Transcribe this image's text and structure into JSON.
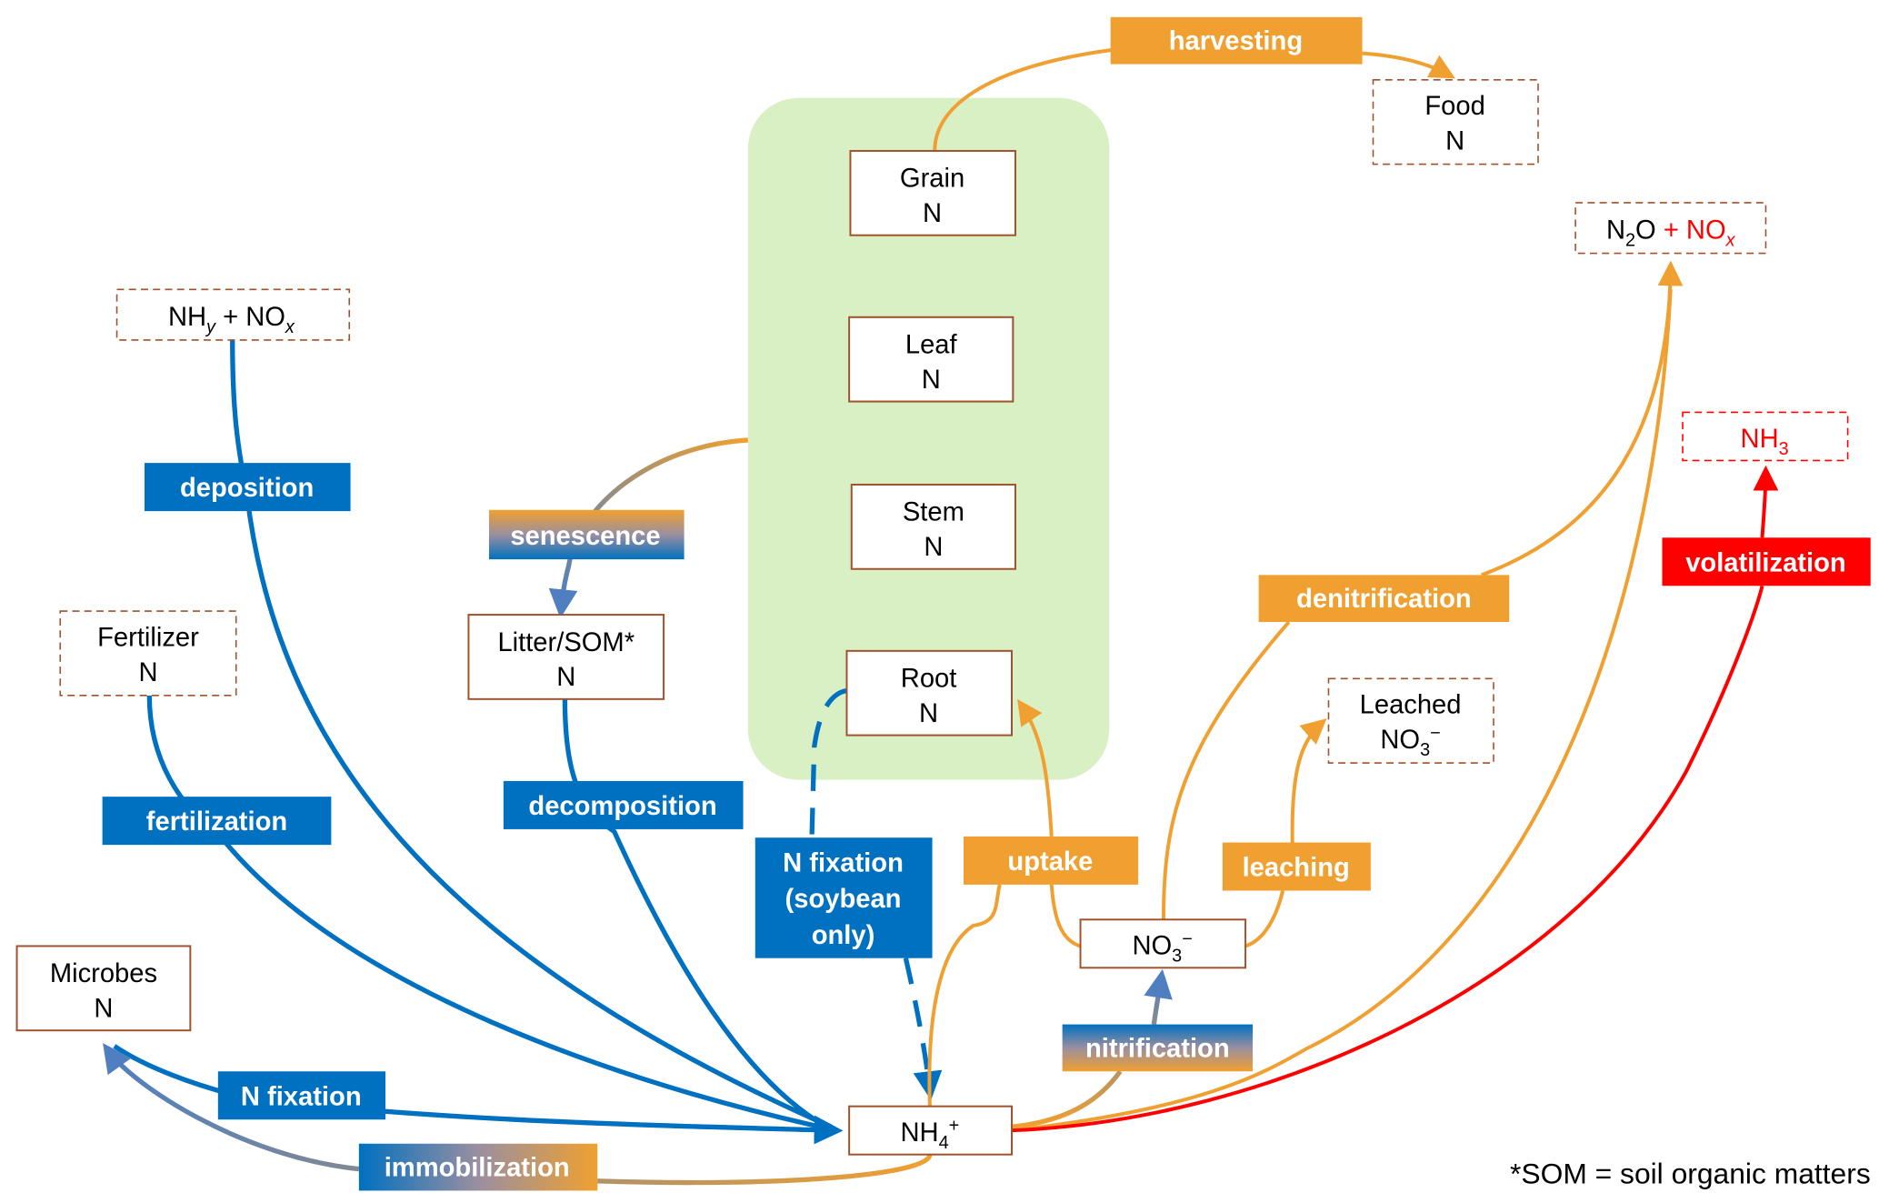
{
  "colors": {
    "blue": "#0070c0",
    "orange": "#f0a030",
    "red": "#ff0000",
    "plant_panel": "#d9efc4",
    "pool_border": "#a0522d",
    "gradient_mid": "#8f8fa8"
  },
  "pools": {
    "grain": {
      "line1": "Grain",
      "line2": "N"
    },
    "leaf": {
      "line1": "Leaf",
      "line2": "N"
    },
    "stem": {
      "line1": "Stem",
      "line2": "N"
    },
    "root": {
      "line1": "Root",
      "line2": "N"
    },
    "food": {
      "line1": "Food",
      "line2": "N"
    },
    "fertilizer": {
      "line1": "Fertilizer",
      "line2": "N"
    },
    "litter": {
      "line1": "Litter/SOM*",
      "line2": "N"
    },
    "microbes": {
      "line1": "Microbes",
      "line2": "N"
    },
    "atm_deposition": {
      "a": "NH",
      "a_sub": "y",
      "b": " + NO",
      "b_sub": "x"
    },
    "n2o_nox": {
      "a": "N",
      "a_sub": "2",
      "b": "O",
      "c": " + NO",
      "c_sub": "x"
    },
    "nh3": {
      "a": "NH",
      "a_sub": "3"
    },
    "leached": {
      "line1": "Leached",
      "a": "NO",
      "a_sub": "3",
      "a_sup": "−"
    },
    "no3": {
      "a": "NO",
      "a_sub": "3",
      "a_sup": "−"
    },
    "nh4": {
      "a": "NH",
      "a_sub": "4",
      "a_sup": "+"
    }
  },
  "processes": {
    "harvesting": "harvesting",
    "deposition": "deposition",
    "senescence": "senescence",
    "fertilization": "fertilization",
    "decomposition": "decomposition",
    "n_fixation_soybean": [
      "N fixation",
      "(soybean",
      "only)"
    ],
    "uptake": "uptake",
    "leaching": "leaching",
    "denitrification": "denitrification",
    "volatilization": "volatilization",
    "nitrification": "nitrification",
    "n_fixation": "N fixation",
    "immobilization": "immobilization"
  },
  "footnote": "*SOM = soil organic matters"
}
